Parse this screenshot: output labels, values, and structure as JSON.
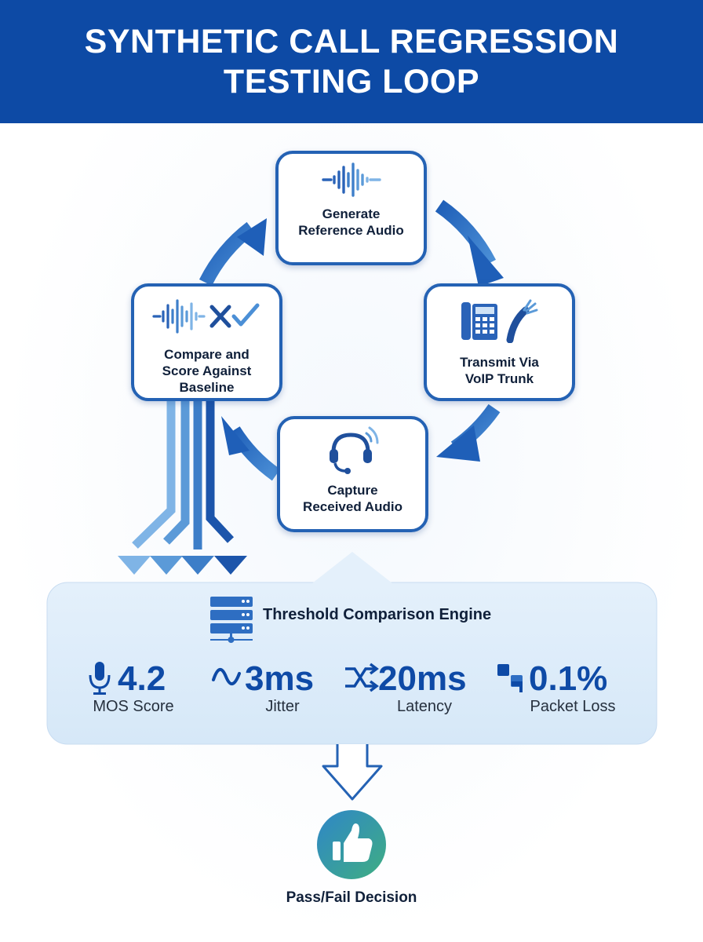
{
  "title": {
    "line1": "SYNTHETIC CALL REGRESSION",
    "line2": "TESTING LOOP"
  },
  "loop_steps": [
    {
      "id": "generate",
      "line1": "Generate",
      "line2": "Reference Audio",
      "icon": "waveform-icon"
    },
    {
      "id": "transmit",
      "line1": "Transmit Via",
      "line2": "VoIP Trunk",
      "icon": "desk-phone-icon"
    },
    {
      "id": "capture",
      "line1": "Capture",
      "line2": "Received Audio",
      "icon": "headset-icon"
    },
    {
      "id": "compare",
      "line1": "Compare and",
      "line2": "Score Against",
      "line3": "Baseline",
      "icon": "waveform-check-icon"
    }
  ],
  "engine": {
    "title": "Threshold Comparison Engine",
    "icon": "server-stack-icon"
  },
  "metrics": [
    {
      "value": "4.2",
      "label": "MOS Score",
      "icon": "microphone-icon"
    },
    {
      "value": "3ms",
      "label": "Jitter",
      "icon": "sine-wave-icon"
    },
    {
      "value": "20ms",
      "label": "Latency",
      "icon": "shuffle-icon"
    },
    {
      "value": "0.1%",
      "label": "Packet Loss",
      "icon": "packet-loss-icon"
    }
  ],
  "decision": {
    "label": "Pass/Fail Decision",
    "icon": "thumbs-up-icon"
  },
  "colors": {
    "header": "#0d4aa5",
    "primary": "#0e4aa6",
    "light": "#5b9ad8",
    "panel": "#dcebf9"
  }
}
